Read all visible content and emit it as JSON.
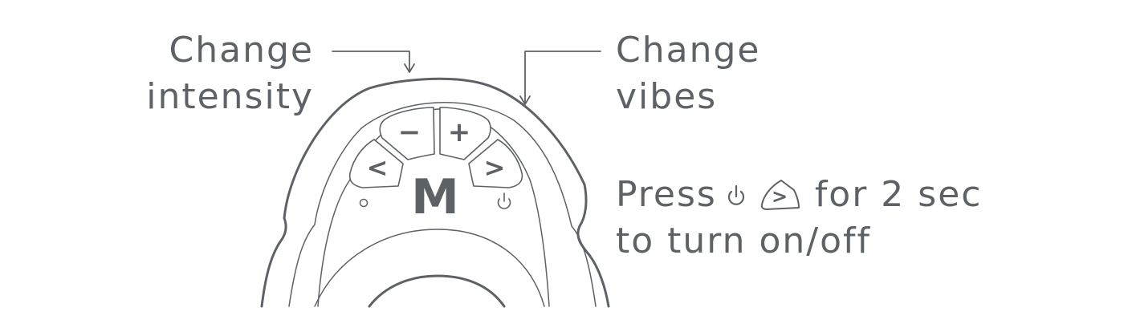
{
  "labels": {
    "intensity": [
      "Change",
      "intensity"
    ],
    "vibes": [
      "Change",
      "vibes"
    ],
    "press": {
      "word": "Press",
      "after": "for 2 sec",
      "line2": "to turn on/off"
    }
  },
  "buttons": {
    "minus": "−",
    "plus": "+",
    "prev": "<",
    "next": ">",
    "mode": "M"
  },
  "icons": {
    "power": "power-icon",
    "indicator": "indicator-light-icon",
    "next_badge": "next-button-icon"
  },
  "colors": {
    "stroke": "#5e6266",
    "button_fill": "#ffffff"
  }
}
